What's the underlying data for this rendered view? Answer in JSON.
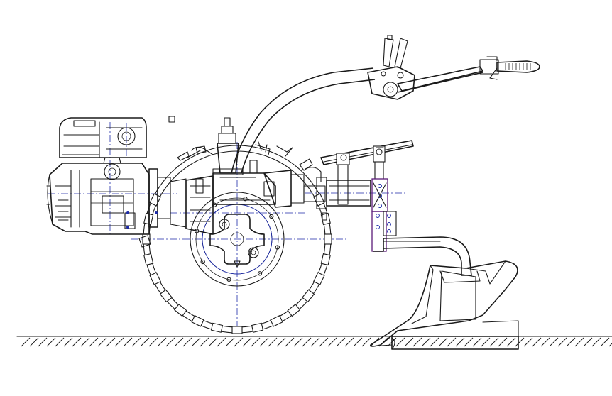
{
  "drawing": {
    "colors": {
      "line": "#1a1a1a",
      "centerline": "#1c2aa8",
      "frame": "#5a1a78",
      "background": "#ffffff"
    },
    "parts": [
      "engine",
      "gearbox",
      "drive-wheel",
      "handlebar",
      "throttle-grip",
      "hitch",
      "plough",
      "ground"
    ]
  }
}
